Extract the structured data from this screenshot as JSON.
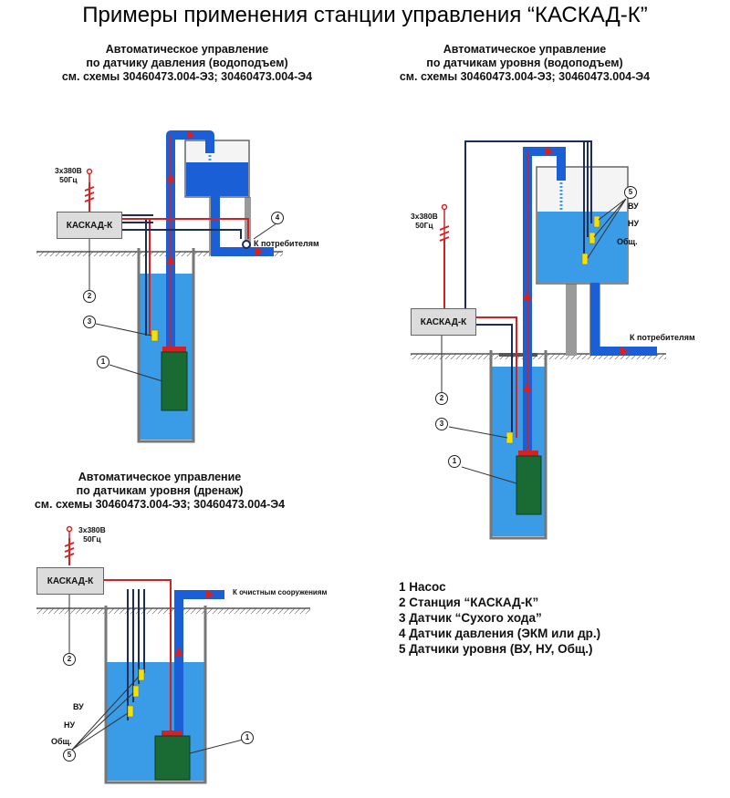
{
  "title": "Примеры применения станции управления “КАСКАД-К”",
  "colors": {
    "water": "#3a9be6",
    "pipe": "#1a5fd6",
    "pump": "#1a6a34",
    "power": "#d42222",
    "sensor_wire": "#1c2d5a",
    "sensor": "#f2e200",
    "ground": "#b0b0b0",
    "box": "#dcdcdc"
  },
  "icons": {
    "power_source": "power-plug-icon",
    "flow": "flow-arrow-icon",
    "pressure_sensor": "pressure-gauge-icon"
  },
  "diagram1": {
    "caption": [
      "Автоматическое управление",
      "по датчику давления (водоподъем)",
      "см. схемы 30460473.004-Э3; 30460473.004-Э4"
    ],
    "power": [
      "3х380В",
      "50Гц"
    ],
    "station": "КАСКАД-К",
    "consumer": "К потребителям",
    "nums": [
      "1",
      "2",
      "3",
      "4"
    ]
  },
  "diagram2": {
    "caption": [
      "Автоматическое управление",
      "по датчикам уровня (водоподъем)",
      "см. схемы 30460473.004-Э3; 30460473.004-Э4"
    ],
    "power": [
      "3х380В",
      "50Гц"
    ],
    "station": "КАСКАД-К",
    "consumer": "К потребителям",
    "levels": [
      "ВУ",
      "НУ",
      "Общ."
    ],
    "nums": [
      "1",
      "2",
      "3",
      "5"
    ]
  },
  "diagram3": {
    "caption": [
      "Автоматическое управление",
      "по датчикам уровня (дренаж)",
      "см. схемы 30460473.004-Э3; 30460473.004-Э4"
    ],
    "power": [
      "3х380В",
      "50Гц"
    ],
    "station": "КАСКАД-К",
    "consumer": "К очистным сооружениям",
    "levels": [
      "ВУ",
      "НУ",
      "Общ."
    ],
    "nums": [
      "1",
      "2",
      "5"
    ]
  },
  "legend": [
    "1 Насос",
    "2 Станция “КАСКАД-К”",
    "3 Датчик “Сухого хода”",
    "4 Датчик давления (ЭКМ или др.)",
    "5 Датчики уровня (ВУ, НУ, Общ.)"
  ]
}
